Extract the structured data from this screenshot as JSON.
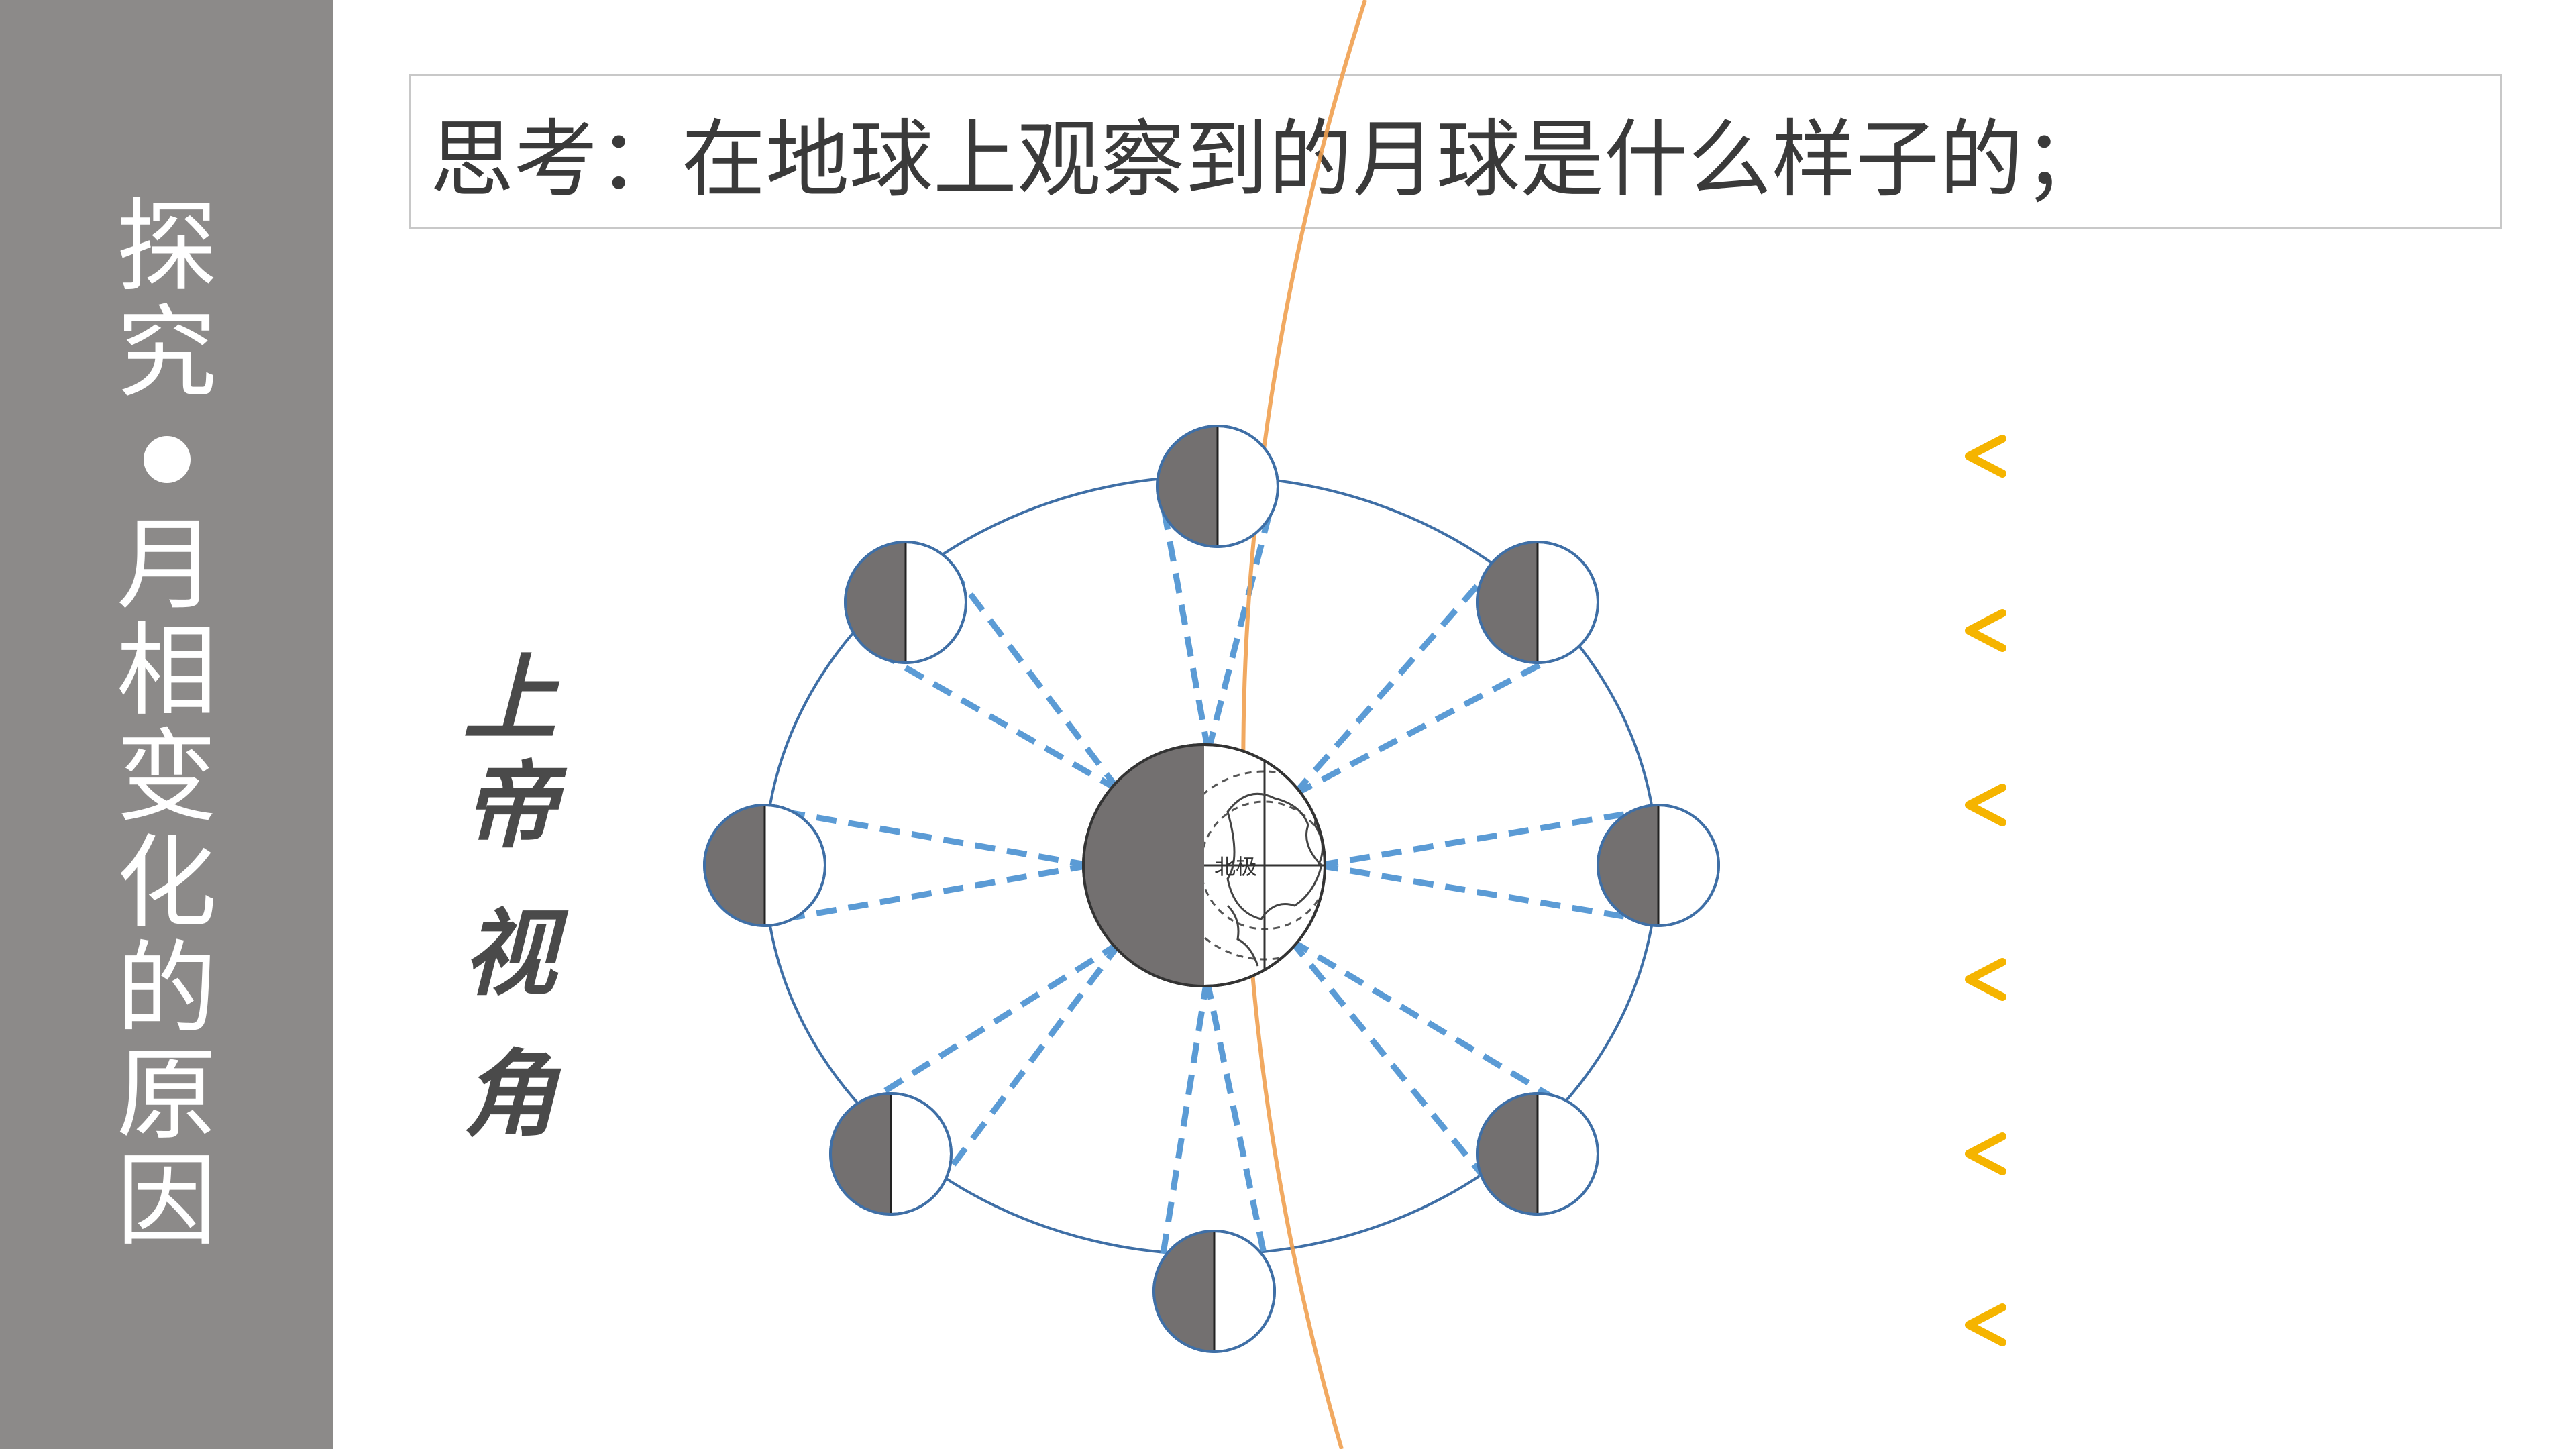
{
  "sidebar": {
    "title_top": [
      "探",
      "究"
    ],
    "title_bottom": [
      "月",
      "相",
      "变",
      "化",
      "的",
      "原",
      "因"
    ]
  },
  "question": {
    "text": "思考：在地球上观察到的月球是什么样子的；"
  },
  "calligraphy": {
    "chars": [
      "上",
      "帝",
      "视",
      "角"
    ]
  },
  "earth": {
    "pole_label": "北极"
  },
  "colors": {
    "sidebar": "#8c8a89",
    "shadow": "#737070",
    "orbit": "#3f6fa6",
    "sight_line": "#5b9bd5",
    "terminator": "#f0a050",
    "sun_arrow_head": "#f5b400",
    "sun_arrow_mid": "#e67e30",
    "sun_arrow_tail": "#f5c47a"
  },
  "icons": {
    "sun_rays": "arrow-left-icon"
  }
}
